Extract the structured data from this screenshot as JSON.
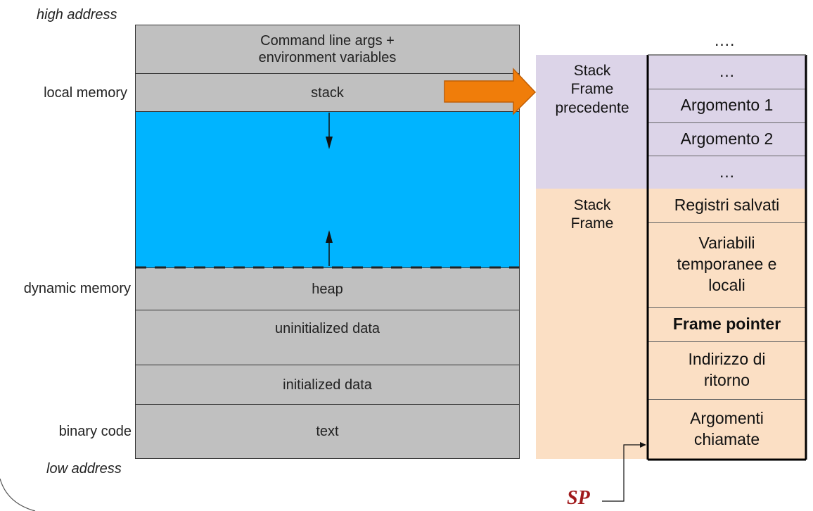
{
  "labels": {
    "high_address": "high address",
    "local_memory": "local memory",
    "dynamic_memory": "dynamic memory",
    "binary_code": "binary code",
    "low_address": "low address"
  },
  "memory_layout": {
    "cmdline": "Command line args +\nenvironment variables",
    "stack": "stack",
    "heap": "heap",
    "uninit": "uninitialized data",
    "init": "initialized data",
    "text": "text"
  },
  "stack_detail": {
    "top_dots": "….",
    "prev_frame_label": "Stack\nFrame\nprecedente",
    "frame_label": "Stack\nFrame",
    "cells": {
      "dots1": "…",
      "arg1": "Argomento 1",
      "arg2": "Argomento 2",
      "dots2": "…",
      "saved_regs": "Registri salvati",
      "temp_vars": "Variabili\ntemporanee e\nlocali",
      "frame_pointer": "Frame pointer",
      "return_addr": "Indirizzo di\nritorno",
      "call_args": "Argomenti\nchiamate"
    },
    "sp": "SP"
  },
  "colors": {
    "memory_block": "#c0c0c0",
    "free_space": "#00b4ff",
    "arrow_orange": "#f07d0a",
    "prev_frame_bg": "#dcd4e8",
    "frame_bg": "#fbdfc4",
    "sp_red": "#a0191b"
  }
}
